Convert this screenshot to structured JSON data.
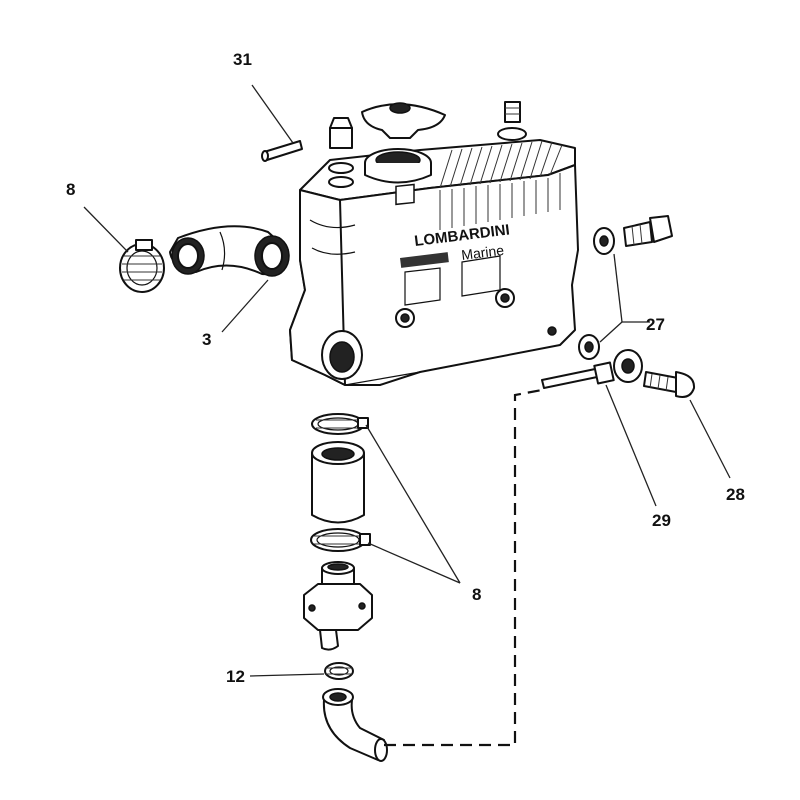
{
  "brand": {
    "logo_text": "LOMBARDINI",
    "sub_text": "Marine"
  },
  "callouts": {
    "c31": "31",
    "c8_top": "8",
    "c3": "3",
    "c27": "27",
    "c28": "28",
    "c29": "29",
    "c8_bottom": "8",
    "c12": "12"
  }
}
